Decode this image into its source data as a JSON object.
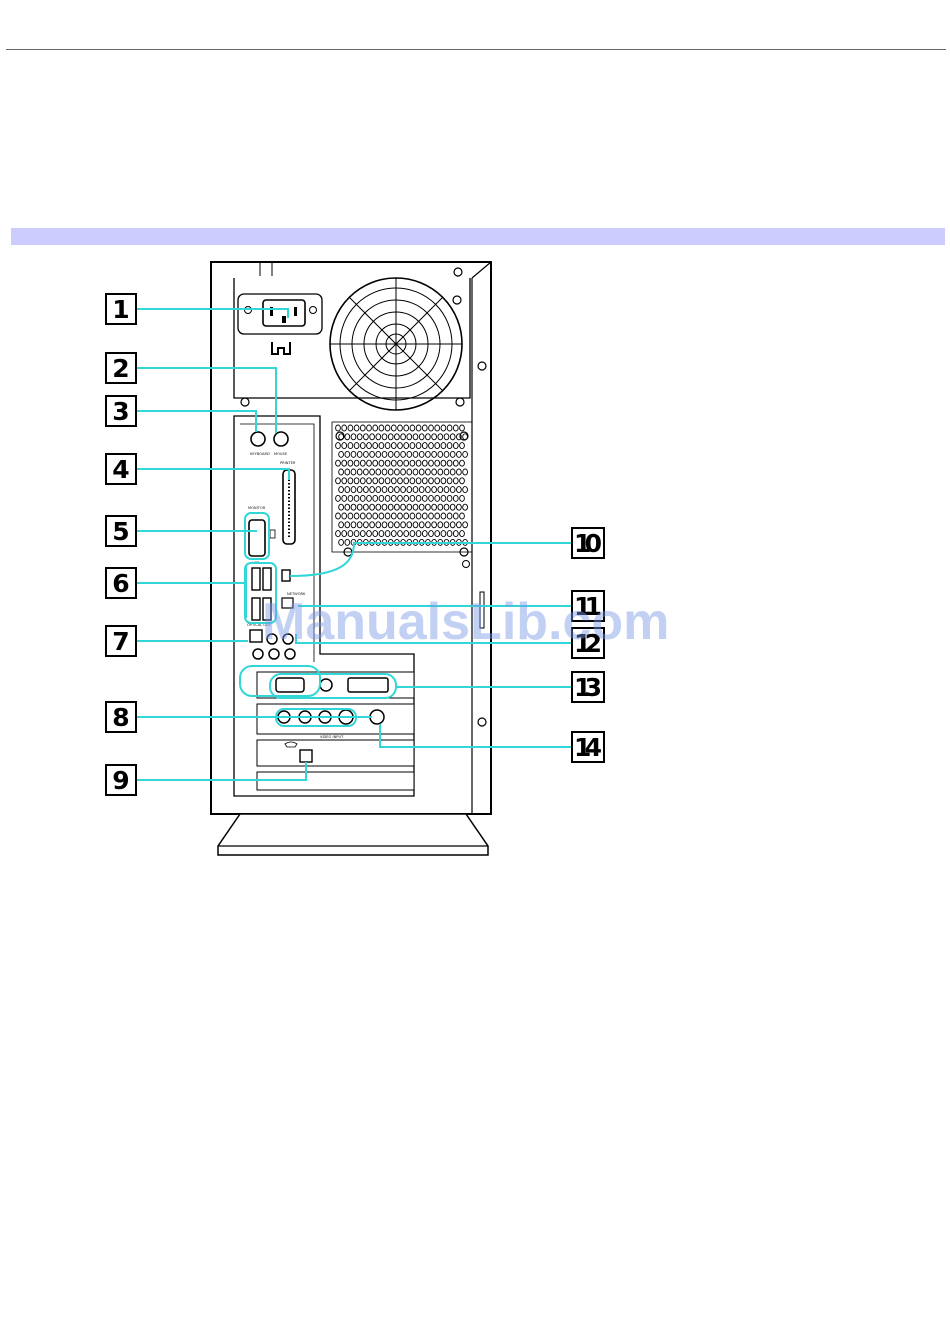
{
  "page": {
    "watermark": "ManualsLib.com"
  },
  "callouts": [
    {
      "id": 1,
      "label": "1"
    },
    {
      "id": 2,
      "label": "2"
    },
    {
      "id": 3,
      "label": "3"
    },
    {
      "id": 4,
      "label": "4"
    },
    {
      "id": 5,
      "label": "5"
    },
    {
      "id": 6,
      "label": "6"
    },
    {
      "id": 7,
      "label": "7"
    },
    {
      "id": 8,
      "label": "8"
    },
    {
      "id": 9,
      "label": "9"
    },
    {
      "id": 10,
      "label": "10"
    },
    {
      "id": 11,
      "label": "11"
    },
    {
      "id": 12,
      "label": "12"
    },
    {
      "id": 13,
      "label": "13"
    },
    {
      "id": 14,
      "label": "14"
    }
  ],
  "port_labels": {
    "keyboard": "KEYBOARD",
    "mouse": "MOUSE",
    "printer": "PRINTER",
    "monitor": "MONITOR",
    "usb": "USB",
    "optical_out": "OPTICAL OUT",
    "network": "NETWORK",
    "video_input": "VIDEO INPUT"
  },
  "colors": {
    "leader": "#33d6d6",
    "band": "#ccccff",
    "outline": "#000000"
  }
}
